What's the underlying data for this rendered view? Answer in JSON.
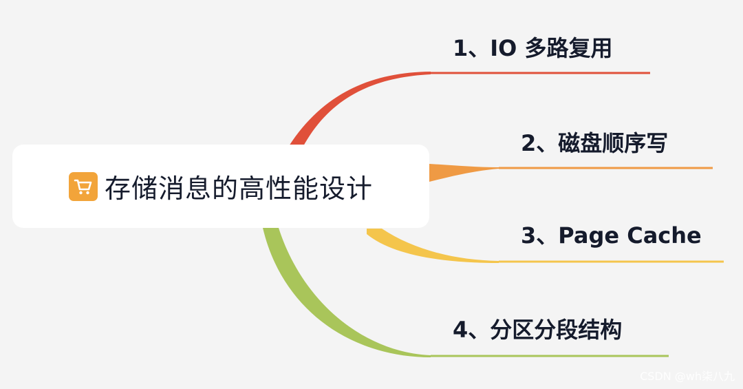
{
  "root": {
    "title": "存储消息的高性能设计",
    "icon": "shopping-cart-icon",
    "icon_color": "#f2a43a"
  },
  "branches": [
    {
      "label": "1、IO 多路复用",
      "color": "#e0503a"
    },
    {
      "label": "2、磁盘顺序写",
      "color": "#ef9a44"
    },
    {
      "label": "3、Page Cache",
      "color": "#f4c54c"
    },
    {
      "label": "4、分区分段结构",
      "color": "#a9c55a"
    }
  ],
  "watermark": "CSDN @wh柒八九"
}
